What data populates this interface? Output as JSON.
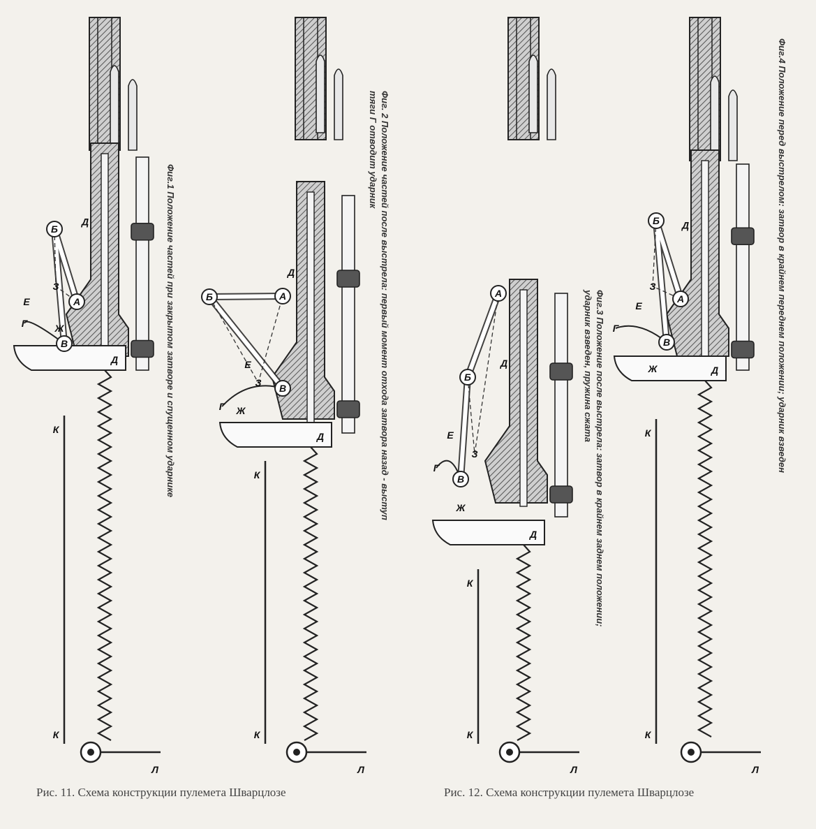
{
  "plates": [
    {
      "caption": "Рис. 11. Схема конструкции пулемета Шварцлозе"
    },
    {
      "caption": "Рис. 12. Схема конструкции пулемета Шварцлозе"
    }
  ],
  "figures": [
    {
      "caption": "Фиг.1  Положение частей при закрытом затворе и спущенном ударнике"
    },
    {
      "caption": "Фиг. 2  Положение частей после выстрела: первый момент отхода затвора назад - выступ тяги Г отводит ударник"
    },
    {
      "caption": "Фиг.3  Положение после выстрела: затвор в крайнем заднем положении; ударник взведен, пружина сжата"
    },
    {
      "caption": "Фиг.4  Положение перед выстрелом: затвор в крайнем переднем положении; ударник взведен"
    }
  ],
  "part_labels": {
    "a": "А",
    "b": "Б",
    "v": "В",
    "g": "Г",
    "d": "Д",
    "e": "Е",
    "zh": "Ж",
    "z": "З",
    "k": "К",
    "l": "Л"
  }
}
